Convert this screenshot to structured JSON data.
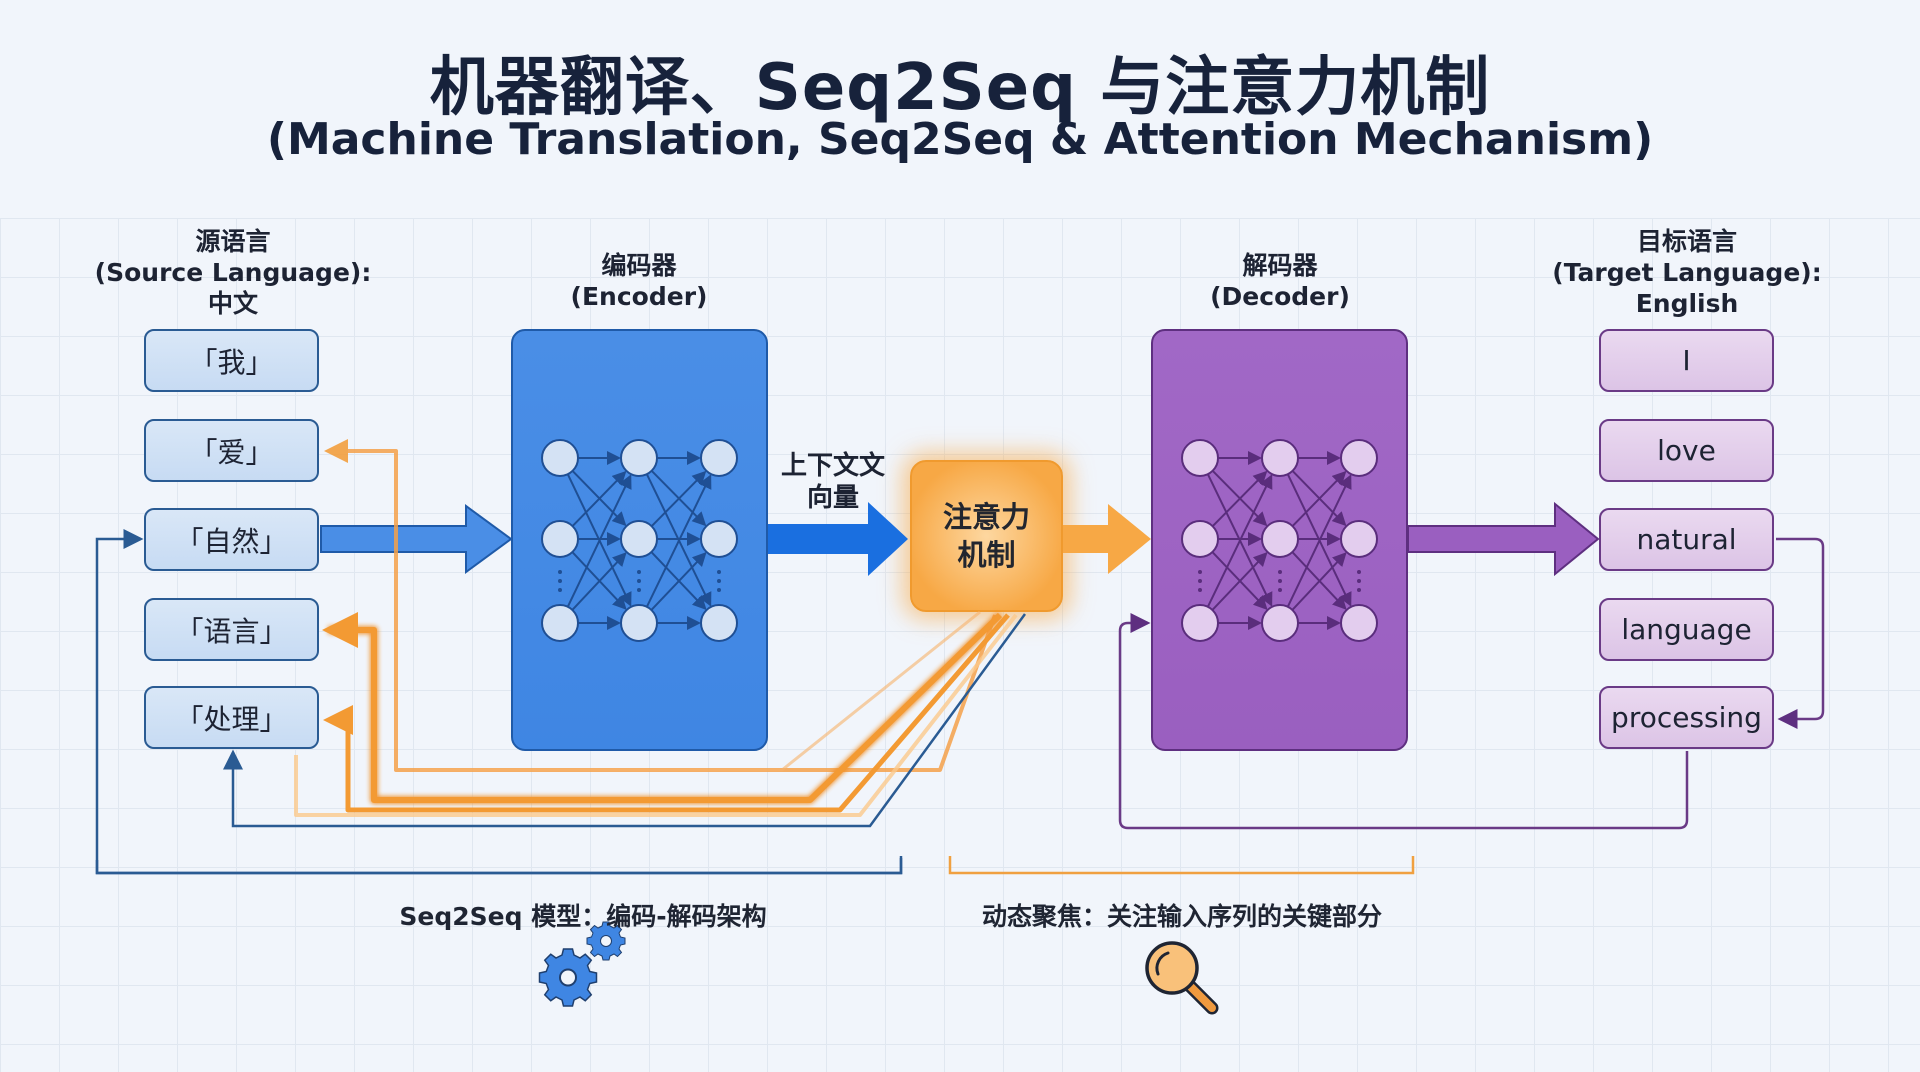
{
  "title": {
    "main": "机器翻译、Seq2Seq 与注意力机制",
    "sub": "(Machine Translation, Seq2Seq & Attention Mechanism)"
  },
  "source": {
    "header_zh": "源语言",
    "header_en": "(Source Language):",
    "header_lang": "中文",
    "words": [
      "「我」",
      "「爱」",
      "「自然」",
      "「语言」",
      "「处理」"
    ]
  },
  "encoder": {
    "header_zh": "编码器",
    "header_en": "(Encoder)"
  },
  "context": {
    "line1": "上下文文",
    "line2": "向量"
  },
  "attention": {
    "line1": "注意力",
    "line2": "机制"
  },
  "decoder": {
    "header_zh": "解码器",
    "header_en": "(Decoder)"
  },
  "target": {
    "header_zh": "目标语言",
    "header_en": "(Target Language):",
    "header_lang": "English",
    "words": [
      "I",
      "love",
      "natural",
      "language",
      "processing"
    ]
  },
  "captions": {
    "seq2seq": "Seq2Seq 模型：编码-解码架构",
    "focus": "动态聚焦：关注输入序列的关键部分"
  },
  "icons": {
    "seq2seq": "gears-icon",
    "focus": "magnifier-icon"
  },
  "colors": {
    "encoder": "#3f86e3",
    "decoder": "#9a5fc0",
    "attention": "#f7a845",
    "source_border": "#2a5b93",
    "target_border": "#6a3a86",
    "title": "#17223b"
  }
}
